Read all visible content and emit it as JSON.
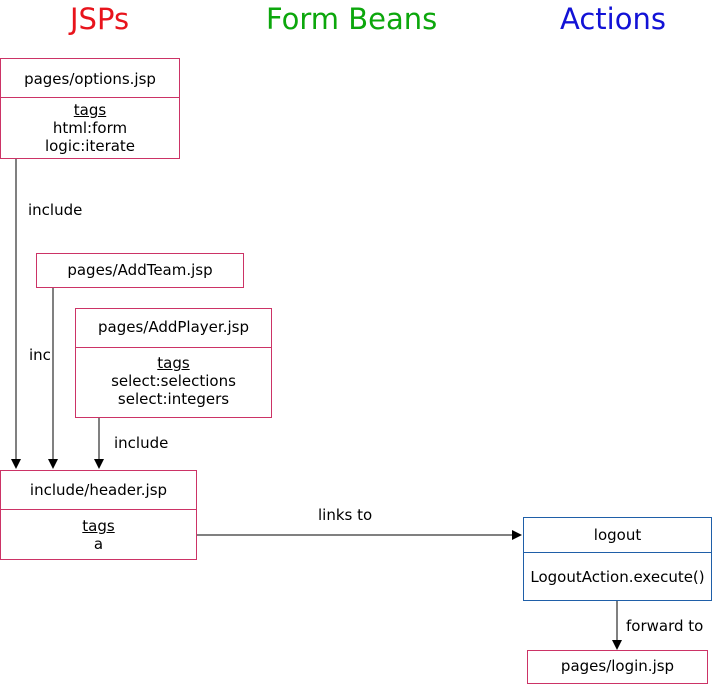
{
  "headers": {
    "jsps": "JSPs",
    "form_beans": "Form Beans",
    "actions": "Actions"
  },
  "colors": {
    "jsps": "#e8141c",
    "form_beans": "#0ca70c",
    "actions": "#1212d6",
    "jsp_border": "#cc3366",
    "action_border": "#1f5fa8"
  },
  "nodes": {
    "options": {
      "title": "pages/options.jsp",
      "tags_label": "tags",
      "tags": [
        "html:form",
        "logic:iterate"
      ]
    },
    "addteam": {
      "title": "pages/AddTeam.jsp"
    },
    "addplayer": {
      "title": "pages/AddPlayer.jsp",
      "tags_label": "tags",
      "tags": [
        "select:selections",
        "select:integers"
      ]
    },
    "header": {
      "title": "include/header.jsp",
      "tags_label": "tags",
      "tags": [
        "a"
      ]
    },
    "logout": {
      "title": "logout",
      "method": "LogoutAction.execute()"
    },
    "login": {
      "title": "pages/login.jsp"
    }
  },
  "edges": {
    "options_include": "include",
    "addteam_inc": "inc",
    "addplayer_include": "include",
    "links_to": "links to",
    "forward_to": "forward to"
  }
}
